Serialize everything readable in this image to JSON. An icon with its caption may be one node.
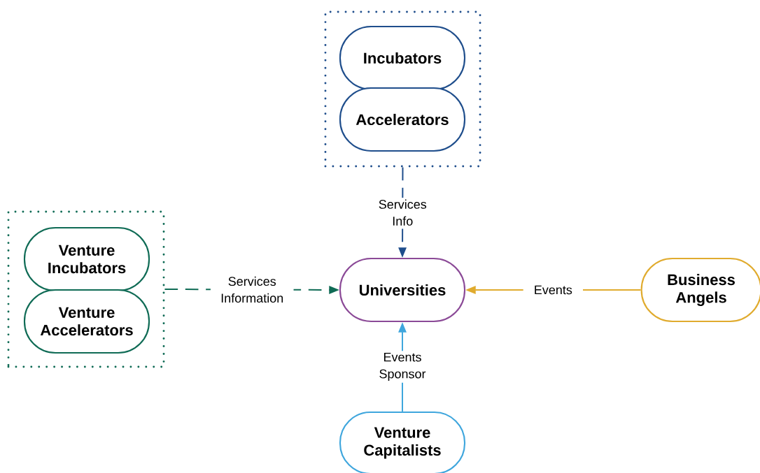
{
  "diagram": {
    "nodes": [
      {
        "text": [],
        "shape": "box"
      },
      {
        "text": [
          "Incubators"
        ],
        "in": 0
      },
      {
        "text": [
          "Accelerators"
        ],
        "in": 0
      },
      {
        "text": [],
        "shape": "box"
      },
      {
        "text": [
          "Venture Incubators"
        ],
        "in": 3
      },
      {
        "text": [
          "Venture Accelerators"
        ],
        "in": 3
      },
      {
        "text": [
          "Universities"
        ]
      },
      {
        "text": [
          "Business Angels"
        ]
      },
      {
        "text": [
          "Venture Capitalists"
        ]
      }
    ],
    "edges": [
      {
        "from": 0,
        "to": 6,
        "arrow": "to",
        "label": "Services Info",
        "style": "dashed",
        "color": "#1f4e8c"
      },
      {
        "from": 3,
        "to": 6,
        "arrow": "to",
        "label": "Services Information",
        "style": "dashed",
        "color": "#0f6b55"
      },
      {
        "from": 7,
        "to": 6,
        "arrow": "to",
        "label": "Events",
        "color": "#e0ab2e"
      },
      {
        "from": 8,
        "to": 6,
        "arrow": "to",
        "label": "Events Sponsor",
        "color": "#3fa6dd"
      }
    ]
  }
}
